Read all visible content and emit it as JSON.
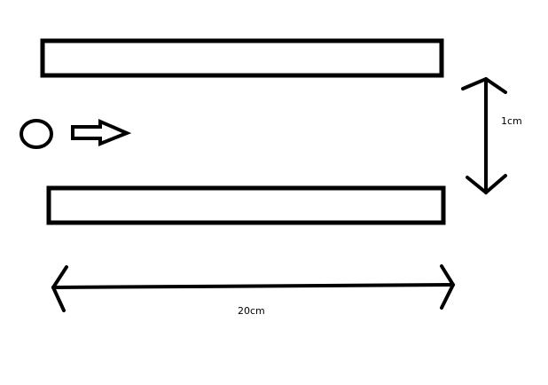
{
  "diagram": {
    "labels": {
      "gap": "1cm",
      "length": "20cm"
    },
    "elements": {
      "particle": "circle",
      "direction": "right-arrow",
      "plates": 2
    },
    "colors": {
      "stroke": "#000000",
      "background": "#ffffff"
    }
  }
}
